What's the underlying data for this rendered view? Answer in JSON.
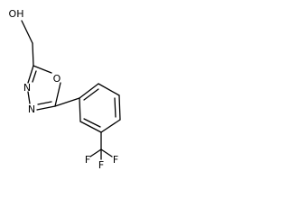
{
  "molecule": {
    "atom_labels": {
      "hydroxyl": "OH",
      "ring_oxygen": "O",
      "ring_nitrogen_upper": "N",
      "ring_nitrogen_lower": "N",
      "fluorine_left": "F",
      "fluorine_middle": "F",
      "fluorine_right": "F"
    },
    "colors": {
      "bond": "#000000",
      "label": "#000000",
      "background": "#ffffff"
    }
  }
}
